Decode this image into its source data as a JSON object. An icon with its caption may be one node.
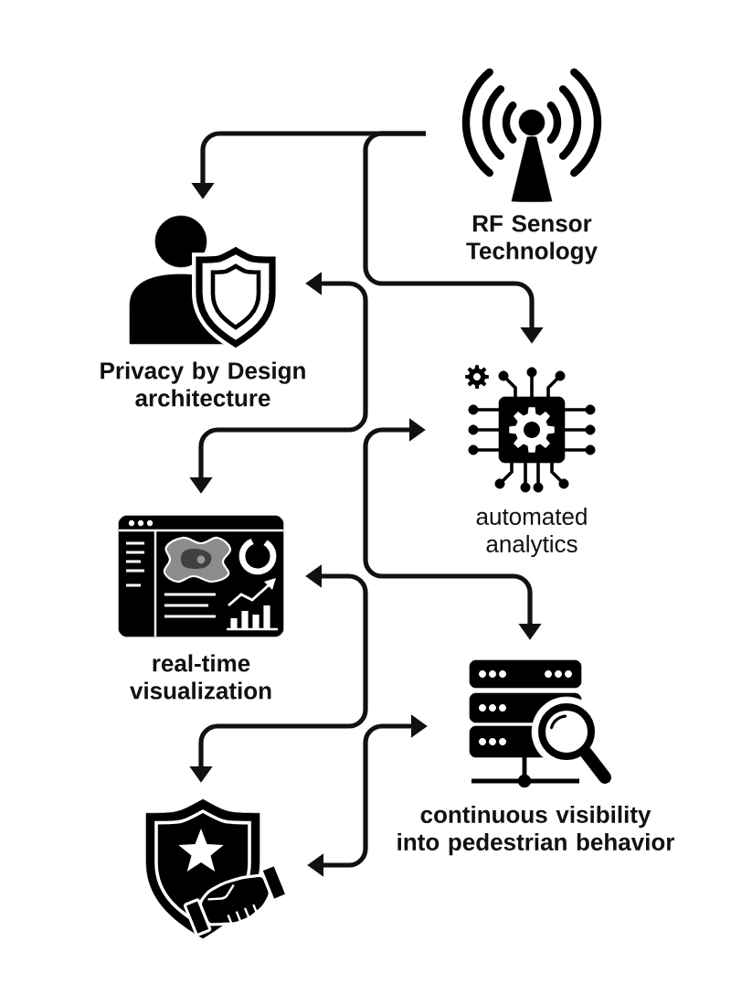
{
  "diagram": {
    "nodes": [
      {
        "text": [
          "RF Sensor Technology"
        ]
      },
      {
        "text": [
          "Privacy by Design architecture"
        ]
      },
      {
        "text": [
          "automated analytics"
        ]
      },
      {
        "text": [
          "real-time visualization"
        ]
      },
      {
        "text": [
          "continuous visibility into pedestrian behavior"
        ]
      },
      {
        "text": [],
        "shape": "picture"
      }
    ],
    "edges": [
      {
        "from": 0,
        "to": 1,
        "arrow": "to"
      },
      {
        "from": 0,
        "to": 2,
        "arrow": "to"
      },
      {
        "from": 1,
        "to": 3,
        "arrow": "both"
      },
      {
        "from": 2,
        "to": 4,
        "arrow": "both"
      },
      {
        "from": 3,
        "to": 5,
        "arrow": "both"
      },
      {
        "from": 4,
        "to": 5,
        "arrow": "both"
      }
    ]
  }
}
